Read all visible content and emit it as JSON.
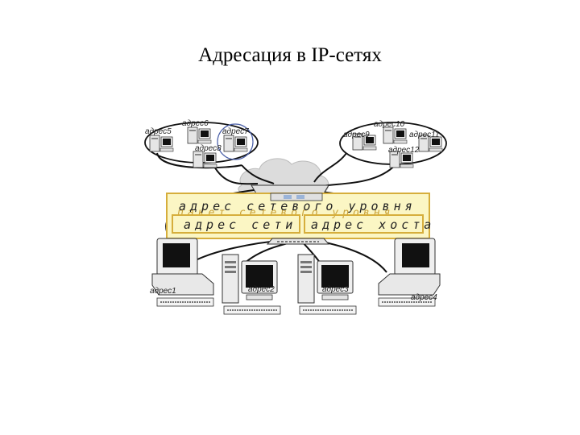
{
  "title": "Адресация в IP-сетях",
  "banner": {
    "top_text": "адрес сетевого уровня",
    "ghost_text": "пакет сетевого уровня",
    "net_text": "адрес сети",
    "host_text": "адрес хоста"
  },
  "small_nodes": {
    "left": [
      "адрес5",
      "адрес6",
      "адрес7",
      "адрес8"
    ],
    "right": [
      "адрес9",
      "адрес10",
      "адрес11",
      "адрес12"
    ]
  },
  "big_nodes": [
    "адрес1",
    "адрес2",
    "адрес3",
    "адрес4"
  ],
  "colors": {
    "banner_fill": "#fbf6c4",
    "banner_border": "#d6ae3c",
    "circle": "#4a5fa8",
    "cloud": "#dcdcdc"
  }
}
